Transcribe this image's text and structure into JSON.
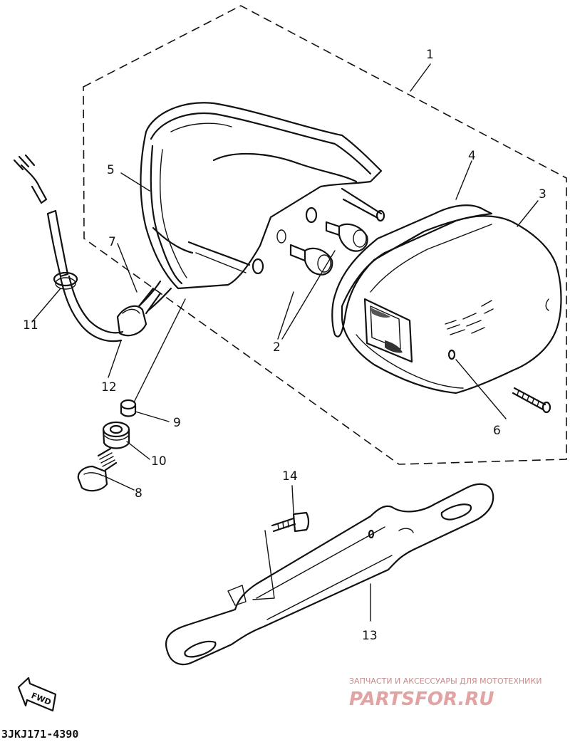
{
  "diagram": {
    "callouts": [
      "1",
      "2",
      "3",
      "4",
      "5",
      "6",
      "7",
      "8",
      "9",
      "10",
      "11",
      "12",
      "13",
      "14"
    ],
    "part_code": "3JKJ171-4390",
    "fwd_label": "FWD"
  },
  "watermark": {
    "line1": "ЗАПЧАСТИ И АКСЕССУАРЫ ДЛЯ МОТОТЕХНИКИ",
    "line2": "PARTSFOR.RU"
  }
}
